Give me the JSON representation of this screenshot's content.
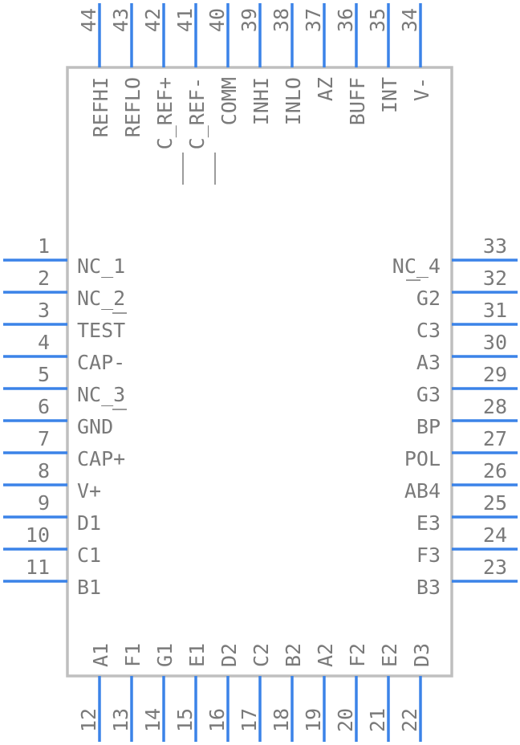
{
  "colors": {
    "pin": "#3b83e8",
    "outline": "#bfbfbf",
    "text": "#7a7a7a",
    "background": "#ffffff"
  },
  "pins": {
    "left": [
      {
        "num": "1",
        "label": "NC_1"
      },
      {
        "num": "2",
        "label": "NC_2"
      },
      {
        "num": "3",
        "label": "TEST"
      },
      {
        "num": "4",
        "label": "CAP-"
      },
      {
        "num": "5",
        "label": "NC_3"
      },
      {
        "num": "6",
        "label": "GND"
      },
      {
        "num": "7",
        "label": "CAP+"
      },
      {
        "num": "8",
        "label": "V+"
      },
      {
        "num": "9",
        "label": "D1"
      },
      {
        "num": "10",
        "label": "C1"
      },
      {
        "num": "11",
        "label": "B1"
      }
    ],
    "bottom": [
      {
        "num": "12",
        "label": "A1"
      },
      {
        "num": "13",
        "label": "F1"
      },
      {
        "num": "14",
        "label": "G1"
      },
      {
        "num": "15",
        "label": "E1"
      },
      {
        "num": "16",
        "label": "D2"
      },
      {
        "num": "17",
        "label": "C2"
      },
      {
        "num": "18",
        "label": "B2"
      },
      {
        "num": "19",
        "label": "A2"
      },
      {
        "num": "20",
        "label": "F2"
      },
      {
        "num": "21",
        "label": "E2"
      },
      {
        "num": "22",
        "label": "D3"
      }
    ],
    "right": [
      {
        "num": "33",
        "label": "NC_4"
      },
      {
        "num": "32",
        "label": "G2"
      },
      {
        "num": "31",
        "label": "C3"
      },
      {
        "num": "30",
        "label": "A3"
      },
      {
        "num": "29",
        "label": "G3"
      },
      {
        "num": "28",
        "label": "BP"
      },
      {
        "num": "27",
        "label": "POL"
      },
      {
        "num": "26",
        "label": "AB4"
      },
      {
        "num": "25",
        "label": "E3"
      },
      {
        "num": "24",
        "label": "F3"
      },
      {
        "num": "23",
        "label": "B3"
      }
    ],
    "top": [
      {
        "num": "44",
        "label": "REFHI"
      },
      {
        "num": "43",
        "label": "REFLO"
      },
      {
        "num": "42",
        "label": "C_REF+"
      },
      {
        "num": "41",
        "label": "C_REF-"
      },
      {
        "num": "40",
        "label": "COMM"
      },
      {
        "num": "39",
        "label": "INHI"
      },
      {
        "num": "38",
        "label": "INLO"
      },
      {
        "num": "37",
        "label": "AZ"
      },
      {
        "num": "36",
        "label": "BUFF"
      },
      {
        "num": "35",
        "label": "INT"
      },
      {
        "num": "34",
        "label": "V-"
      }
    ]
  }
}
